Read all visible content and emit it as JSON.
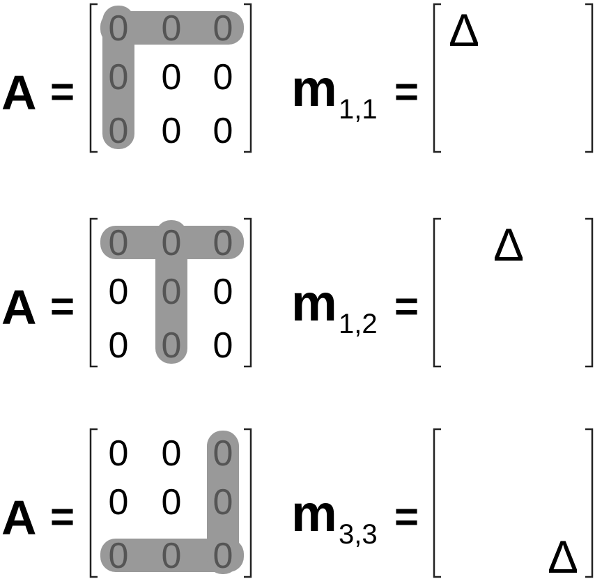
{
  "colors": {
    "highlight": "#999999",
    "highlighted_entry": "#555555",
    "entry": "#000000"
  },
  "rows": [
    {
      "lhs": "A",
      "equals": "=",
      "matrix": [
        [
          "0",
          "0",
          "0"
        ],
        [
          "0",
          "0",
          "0"
        ],
        [
          "0",
          "0",
          "0"
        ]
      ],
      "highlighted_row": 1,
      "highlighted_col": 1,
      "m_symbol": "m",
      "m_subscript": "1,1",
      "m_equals": "=",
      "delta": "Δ",
      "delta_position": {
        "row": 1,
        "col": 1
      }
    },
    {
      "lhs": "A",
      "equals": "=",
      "matrix": [
        [
          "0",
          "0",
          "0"
        ],
        [
          "0",
          "0",
          "0"
        ],
        [
          "0",
          "0",
          "0"
        ]
      ],
      "highlighted_row": 1,
      "highlighted_col": 2,
      "m_symbol": "m",
      "m_subscript": "1,2",
      "m_equals": "=",
      "delta": "Δ",
      "delta_position": {
        "row": 1,
        "col": 2
      }
    },
    {
      "lhs": "A",
      "equals": "=",
      "matrix": [
        [
          "0",
          "0",
          "0"
        ],
        [
          "0",
          "0",
          "0"
        ],
        [
          "0",
          "0",
          "0"
        ]
      ],
      "highlighted_row": 3,
      "highlighted_col": 3,
      "m_symbol": "m",
      "m_subscript": "3,3",
      "m_equals": "=",
      "delta": "Δ",
      "delta_position": {
        "row": 3,
        "col": 3
      }
    }
  ]
}
